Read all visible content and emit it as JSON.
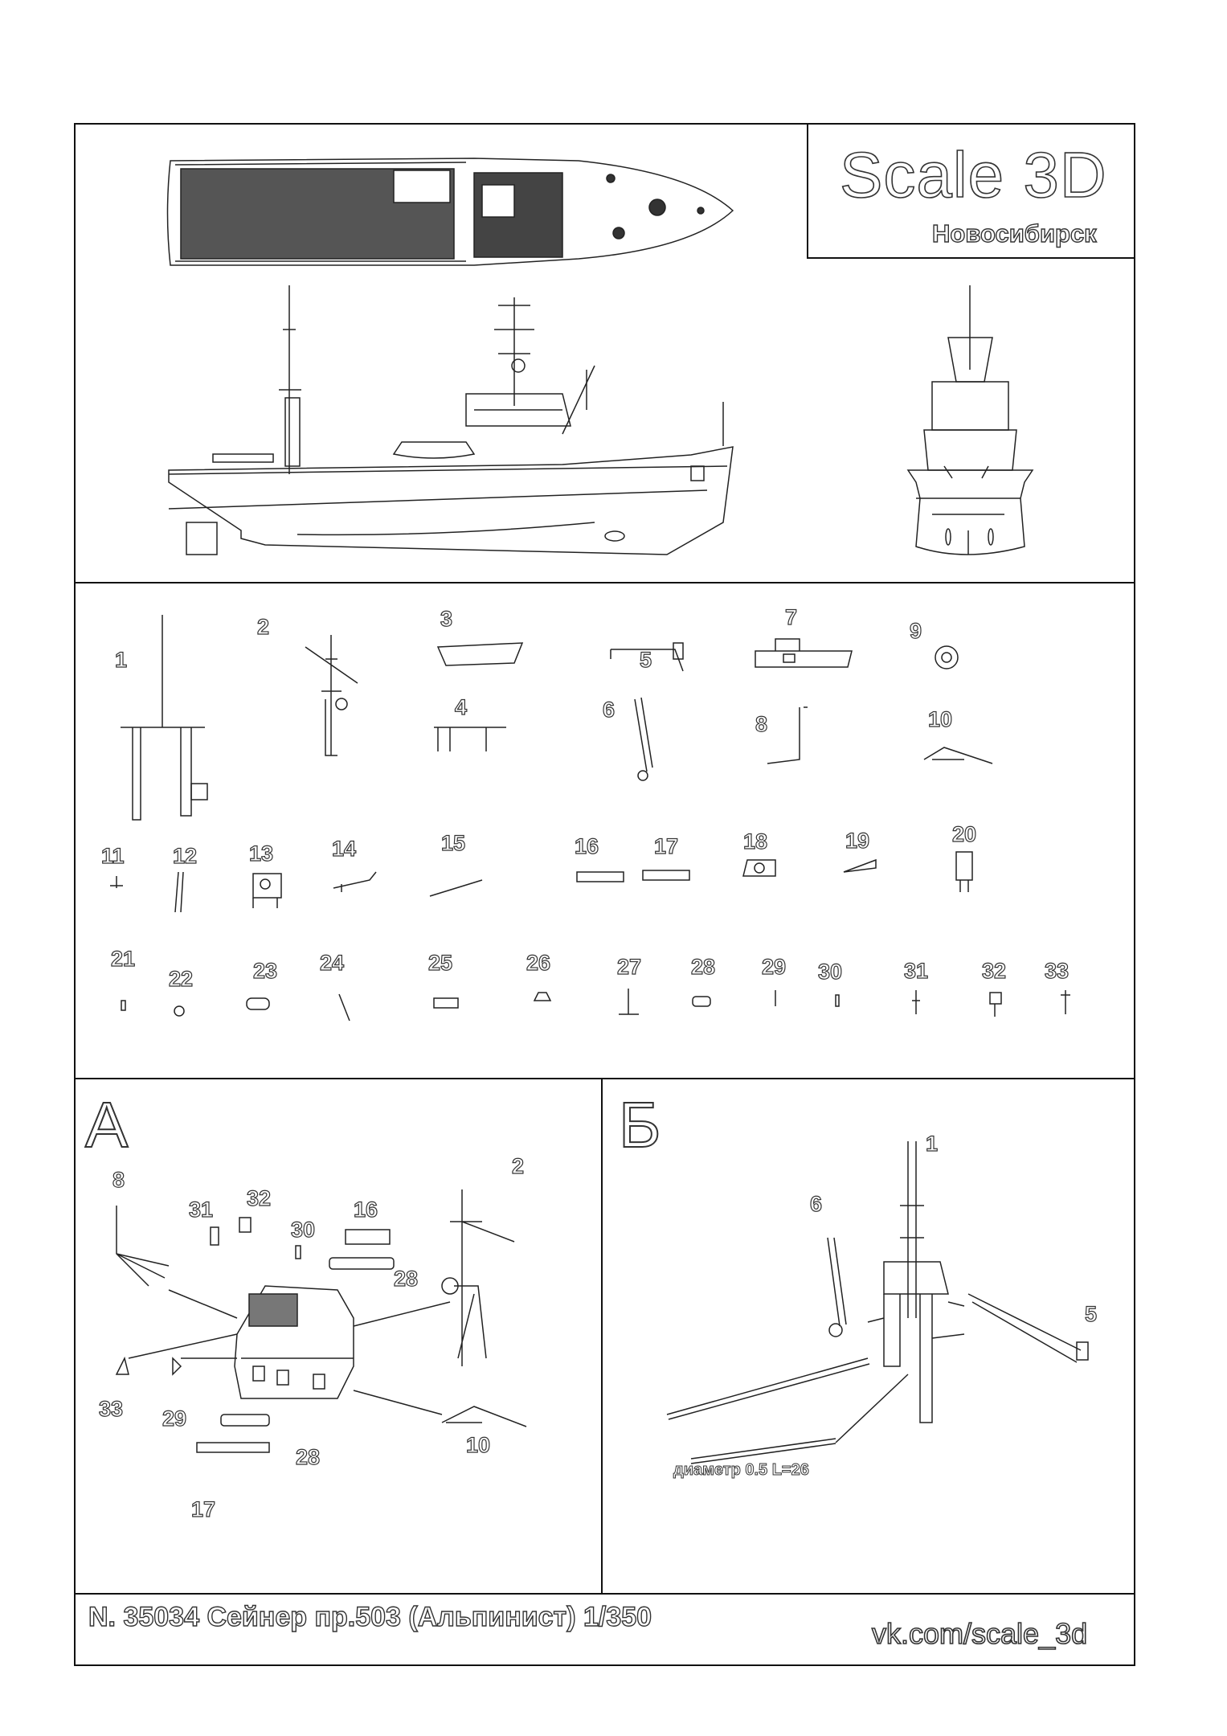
{
  "brand": {
    "name": "Scale 3D",
    "city": "Новосибирск"
  },
  "parts_top": [
    "1",
    "2",
    "3",
    "4",
    "5",
    "6",
    "7",
    "8",
    "9",
    "10"
  ],
  "parts_mid": [
    "11",
    "12",
    "13",
    "14",
    "15",
    "16",
    "17",
    "18",
    "19",
    "20"
  ],
  "parts_small": [
    "21",
    "22",
    "23",
    "24",
    "25",
    "26",
    "27",
    "28",
    "29",
    "30",
    "31",
    "32",
    "33"
  ],
  "section_a": {
    "letter": "А",
    "labels": [
      "8",
      "31",
      "32",
      "30",
      "16",
      "2",
      "28",
      "33",
      "29",
      "28",
      "10",
      "17"
    ]
  },
  "section_b": {
    "letter": "Б",
    "labels": [
      "1",
      "6",
      "5"
    ],
    "note": "диаметр 0.5 L=26"
  },
  "footer": {
    "title": "N. 35034 Сейнер пр.503 (Альпинист) 1/350",
    "url": "vk.com/scale_3d"
  }
}
